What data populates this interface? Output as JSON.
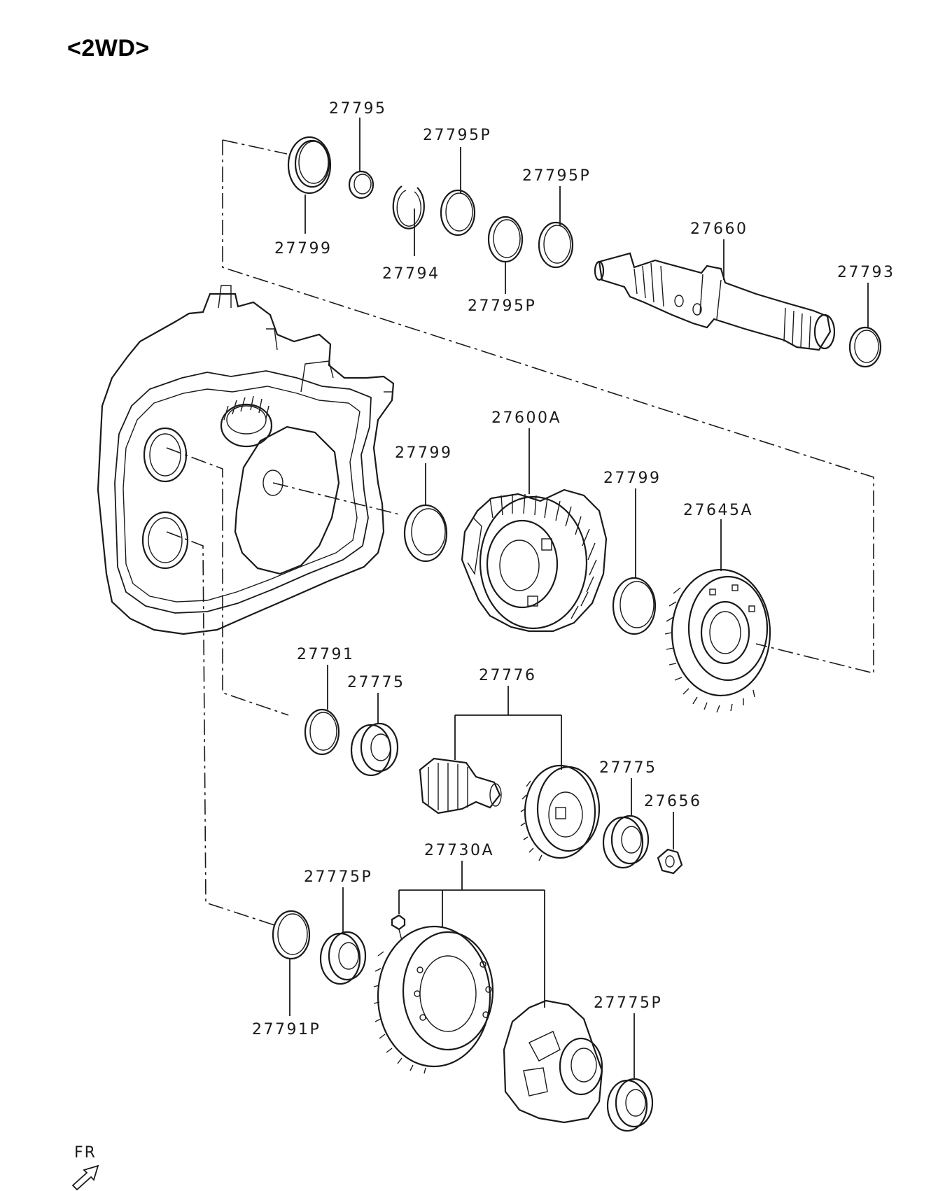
{
  "title": "<2WD>",
  "orientation": "FR",
  "parts": [
    {
      "id": "p27795",
      "label": "27795"
    },
    {
      "id": "p27795P_a",
      "label": "27795P"
    },
    {
      "id": "p27795P_b",
      "label": "27795P"
    },
    {
      "id": "p27799_top",
      "label": "27799"
    },
    {
      "id": "p27794",
      "label": "27794"
    },
    {
      "id": "p27795P_c",
      "label": "27795P"
    },
    {
      "id": "p27660",
      "label": "27660"
    },
    {
      "id": "p27793",
      "label": "27793"
    },
    {
      "id": "p27600A",
      "label": "27600A"
    },
    {
      "id": "p27799_mid",
      "label": "27799"
    },
    {
      "id": "p27799_right",
      "label": "27799"
    },
    {
      "id": "p27645A",
      "label": "27645A"
    },
    {
      "id": "p27791",
      "label": "27791"
    },
    {
      "id": "p27775_a",
      "label": "27775"
    },
    {
      "id": "p27776",
      "label": "27776"
    },
    {
      "id": "p27775_b",
      "label": "27775"
    },
    {
      "id": "p27656",
      "label": "27656"
    },
    {
      "id": "p27730A",
      "label": "27730A"
    },
    {
      "id": "p27775P_a",
      "label": "27775P"
    },
    {
      "id": "p27791P",
      "label": "27791P"
    },
    {
      "id": "p27775P_b",
      "label": "27775P"
    }
  ]
}
